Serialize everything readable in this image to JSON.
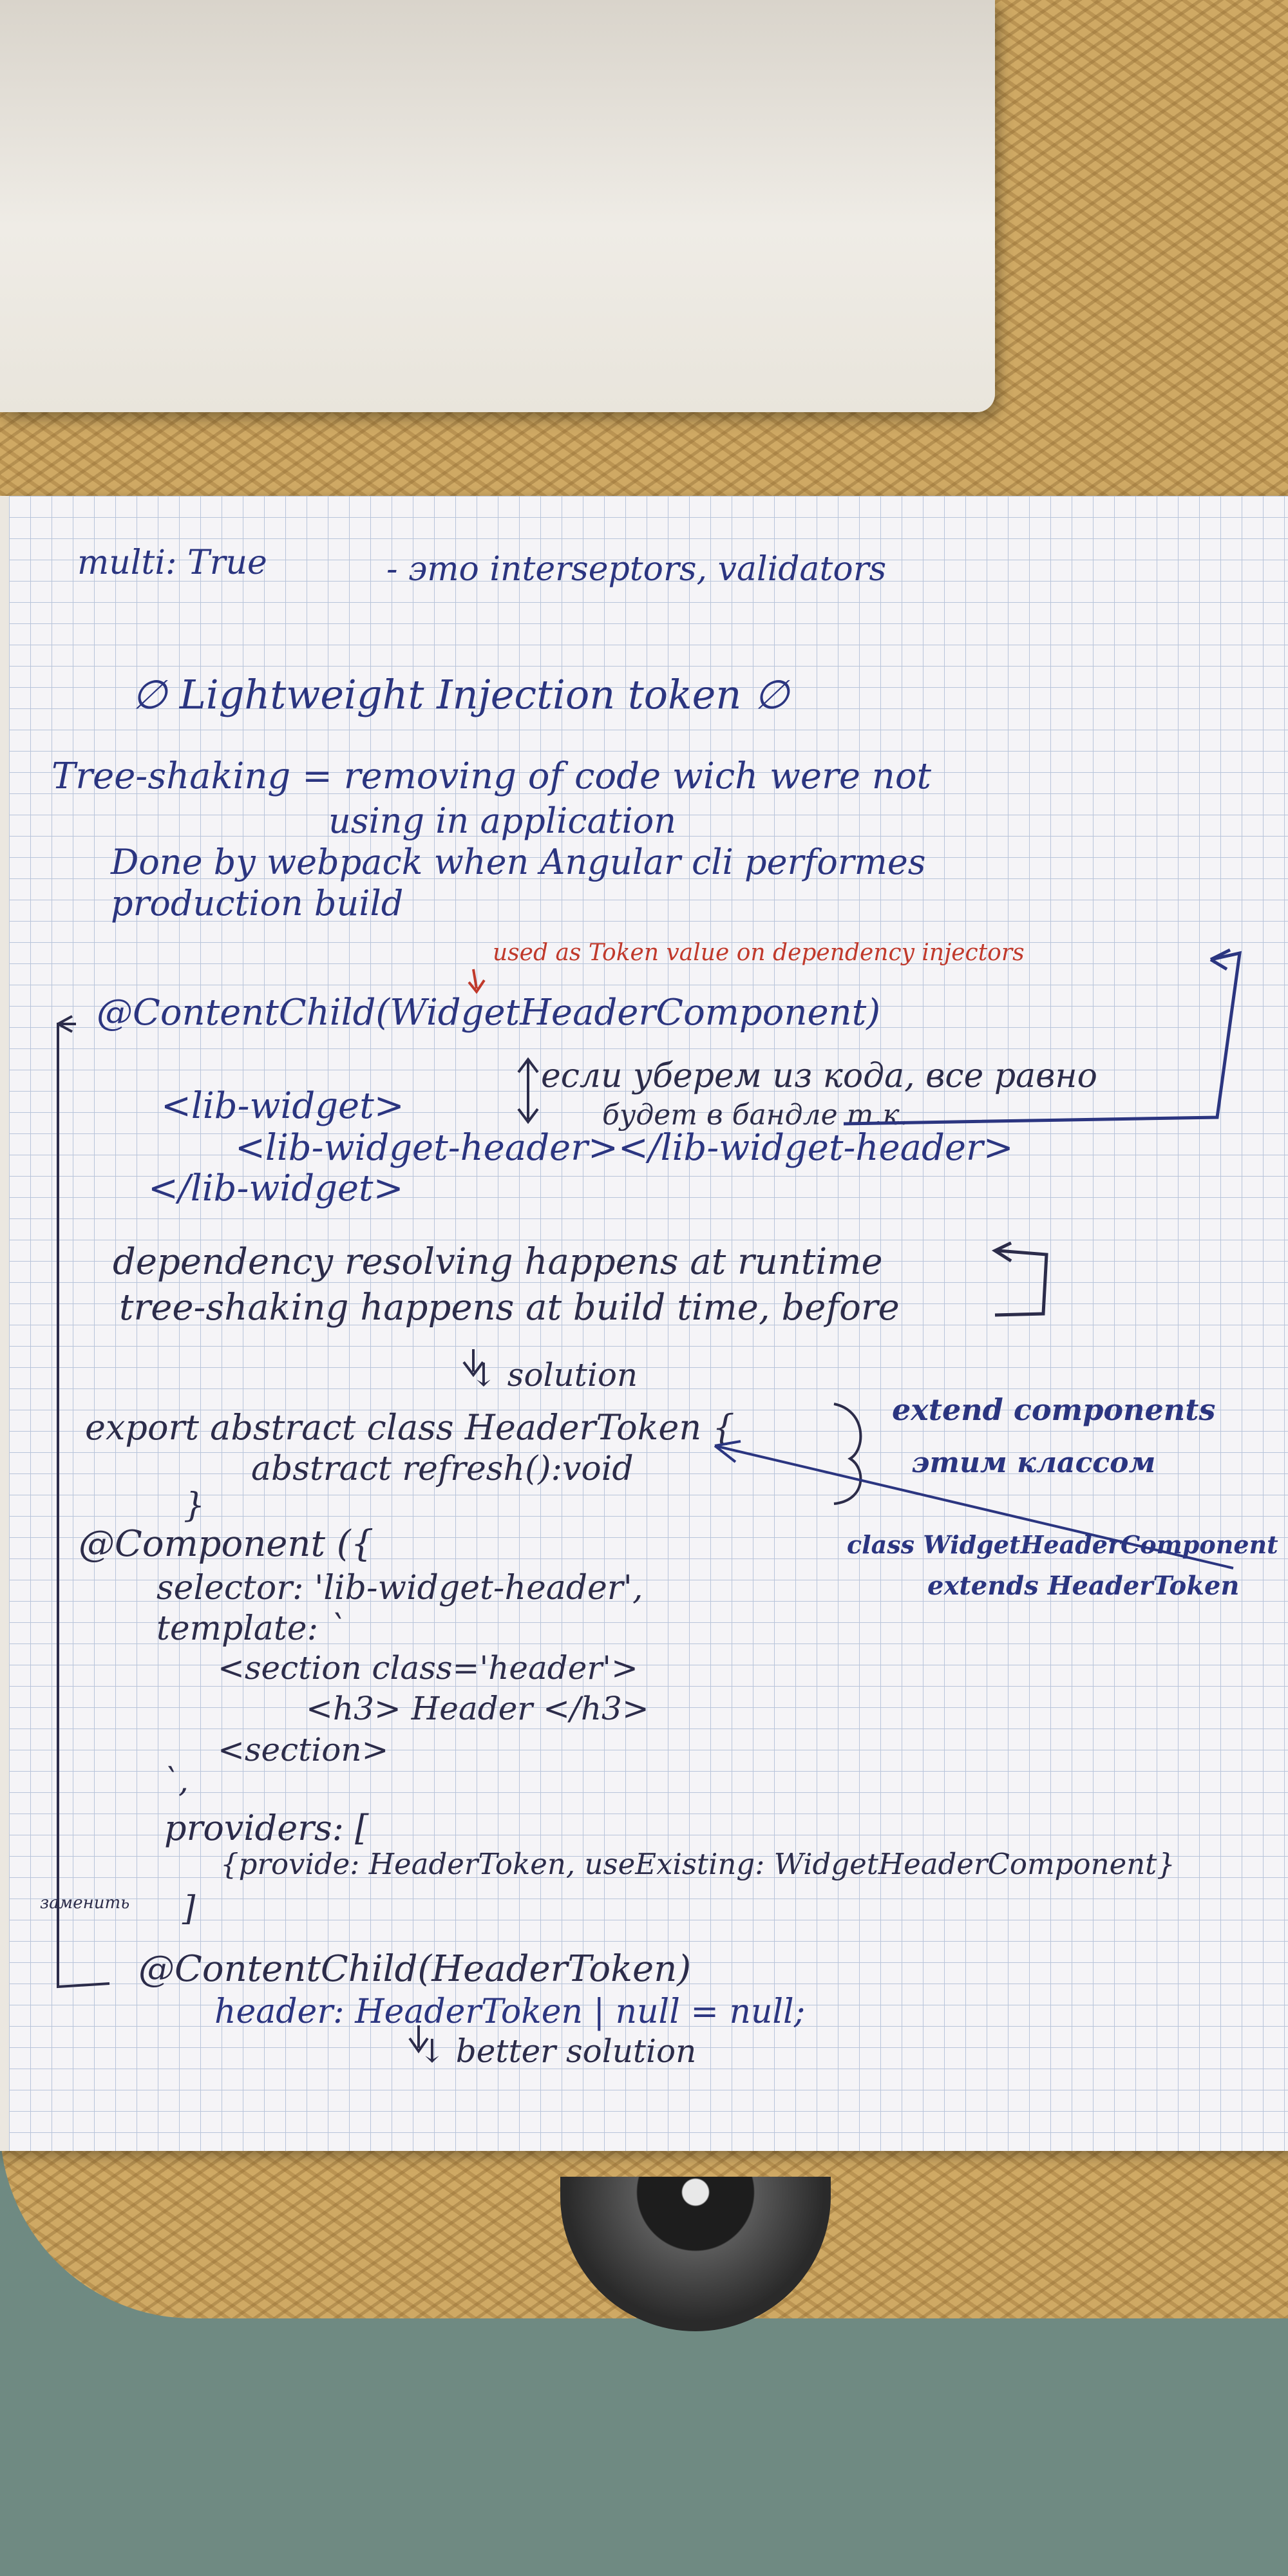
{
  "notes": {
    "l01": "multi: True",
    "l02": "- это interseptors, validators",
    "l03": "∅ Lightweight Injection token ∅",
    "l04": "Tree-shaking = removing of code wich were not",
    "l05": "using in application",
    "l06": "Done by webpack when Angular cli performes",
    "l07": "production build",
    "l08": "used as Token value on dependency injectors",
    "l09": "@ContentChild(WidgetHeaderComponent)",
    "l10": "<lib-widget>",
    "l11": "если уберем из кода, все равно",
    "l12": "будет в бандле т.к.",
    "l13": "<lib-widget-header></lib-widget-header>",
    "l14": "</lib-widget>",
    "l15": "dependency resolving happens at runtime",
    "l16": "tree-shaking happens at build time, before",
    "l17": "↓ solution",
    "l18": "export abstract class HeaderToken {",
    "l19": "abstract refresh():void",
    "l20": "}",
    "l21": "extend components",
    "l22": "этим классом",
    "l23": "@Component ({",
    "l24": "selector: 'lib-widget-header',",
    "l25": "template: `",
    "l26": "<section class='header'>",
    "l27": "<h3> Header </h3>",
    "l28": "<section>",
    "l29": "`,",
    "l30": "class WidgetHeaderComponent",
    "l31": "extends HeaderToken",
    "l32": "providers: [",
    "l33": "{provide: HeaderToken, useExisting: WidgetHeaderComponent}",
    "l34": "]",
    "l35": "заменить",
    "l36": "@ContentChild(HeaderToken)",
    "l37": "header: HeaderToken | null = null;",
    "l38": "↓ better solution"
  }
}
